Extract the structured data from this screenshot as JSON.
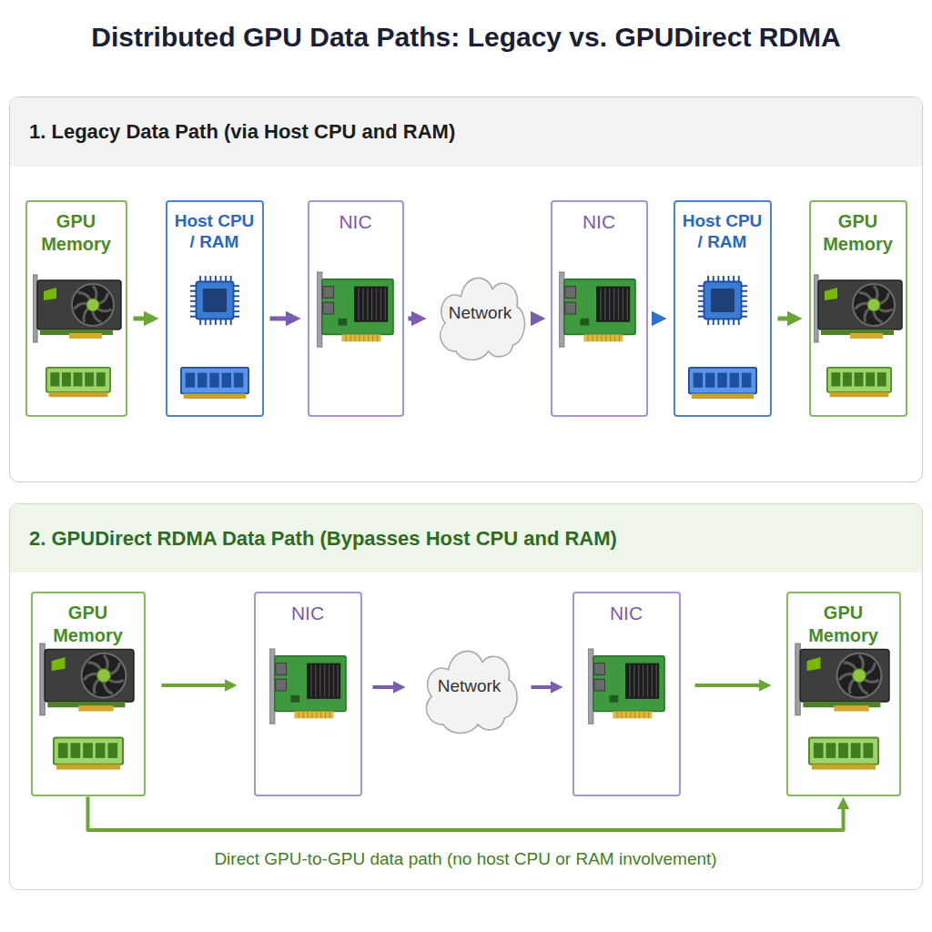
{
  "diagram": {
    "title": "Distributed GPU Data Paths: Legacy vs. GPUDirect RDMA",
    "nodes": [
      {
        "text": [
          "1. Legacy Data Path (via Host CPU and RAM)"
        ]
      },
      {
        "text": [
          "GPU Memory"
        ],
        "in": 0
      },
      {
        "text": [
          "Host CPU / RAM"
        ],
        "in": 0
      },
      {
        "text": [
          "NIC"
        ],
        "in": 0
      },
      {
        "text": [
          "Network"
        ],
        "in": 0
      },
      {
        "text": [
          "NIC"
        ],
        "in": 0
      },
      {
        "text": [
          "Host CPU / RAM"
        ],
        "in": 0
      },
      {
        "text": [
          "GPU Memory"
        ],
        "in": 0
      },
      {
        "text": [
          "2. GPUDirect RDMA Data Path (Bypasses Host CPU and RAM)"
        ]
      },
      {
        "text": [
          "GPU Memory"
        ],
        "in": 8
      },
      {
        "text": [
          "NIC"
        ],
        "in": 8
      },
      {
        "text": [
          "Network"
        ],
        "in": 8
      },
      {
        "text": [
          "NIC"
        ],
        "in": 8
      },
      {
        "text": [
          "GPU Memory"
        ],
        "in": 8
      }
    ],
    "edges": [
      {
        "from": 1,
        "to": 2,
        "arrow": "to"
      },
      {
        "from": 2,
        "to": 3,
        "arrow": "to"
      },
      {
        "from": 3,
        "to": 4,
        "arrow": "to"
      },
      {
        "from": 4,
        "to": 5,
        "arrow": "to"
      },
      {
        "from": 5,
        "to": 6,
        "arrow": "to"
      },
      {
        "from": 6,
        "to": 7,
        "arrow": "to"
      },
      {
        "from": 9,
        "to": 10,
        "arrow": "to"
      },
      {
        "from": 10,
        "to": 11,
        "arrow": "to"
      },
      {
        "from": 11,
        "to": 12,
        "arrow": "to"
      },
      {
        "from": 12,
        "to": 13,
        "arrow": "to"
      },
      {
        "from": 9,
        "to": 13,
        "label": "Direct GPU-to-GPU data path (no host CPU or RAM involvement)",
        "arrow": "to"
      }
    ]
  }
}
